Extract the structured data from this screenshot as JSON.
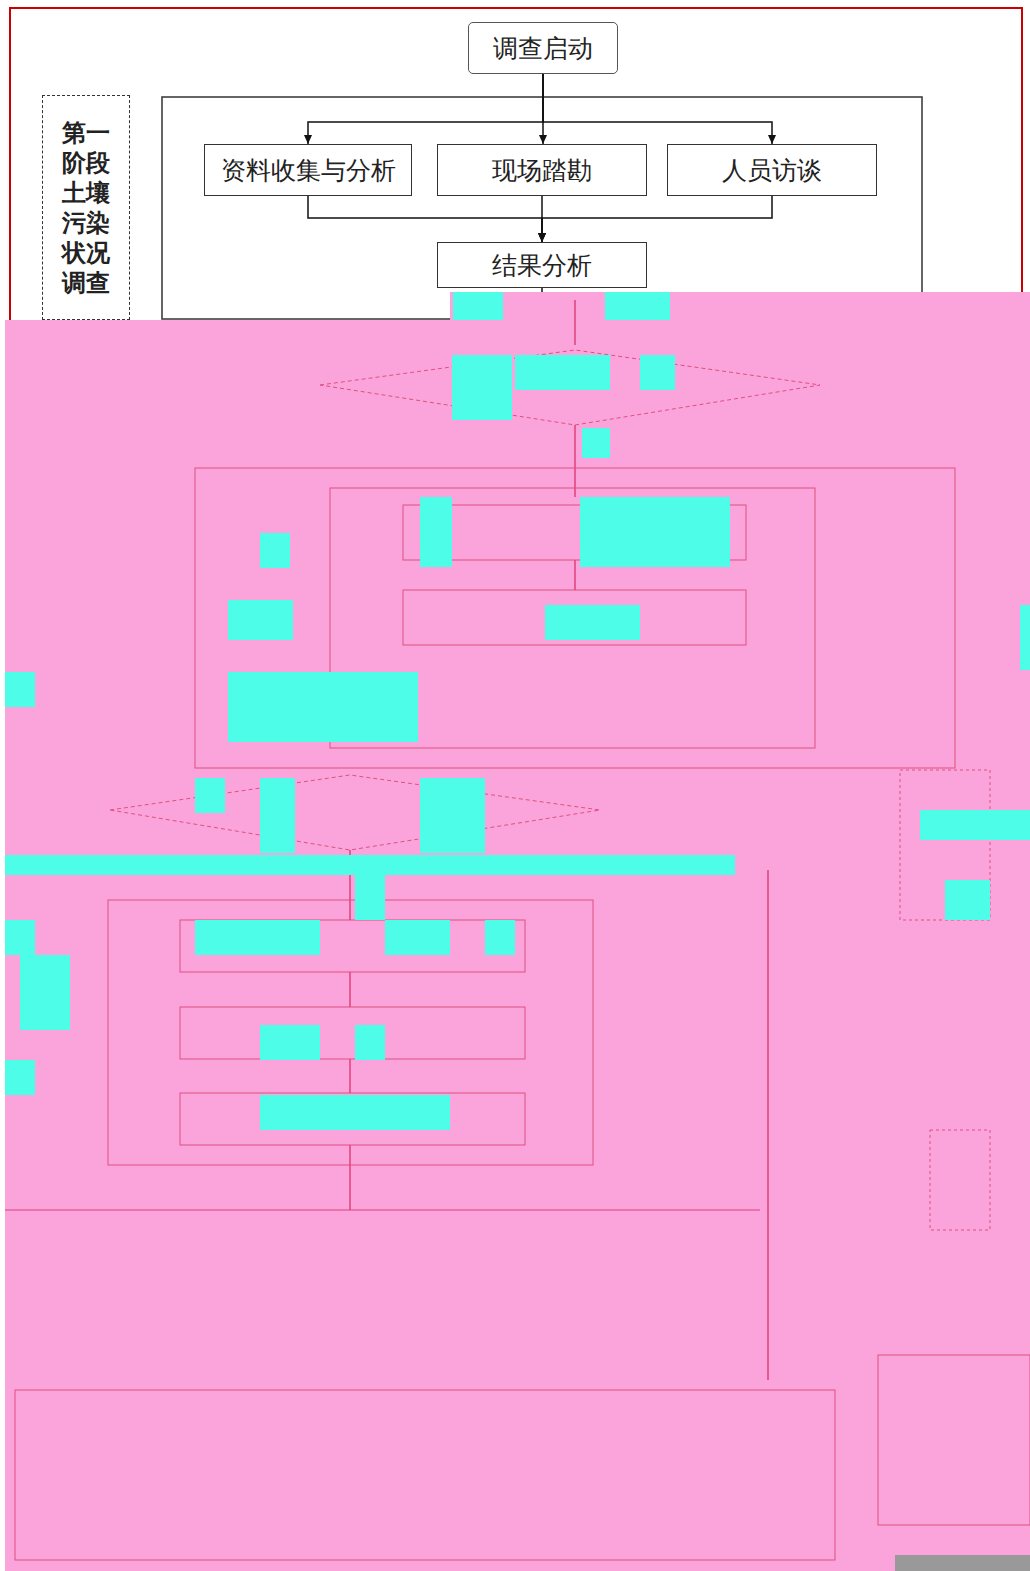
{
  "diagram": {
    "nodes": [
      {
        "text": [
          "第一阶段土壤污染状况调查"
        ]
      },
      {
        "text": [
          "调查启动"
        ]
      },
      {
        "text": [
          "资料收集与分析"
        ]
      },
      {
        "text": [
          "现场踏勘"
        ]
      },
      {
        "text": [
          "人员访谈"
        ]
      },
      {
        "text": [
          "结果分析"
        ]
      }
    ],
    "edges": [
      {
        "from": 1,
        "to": 2,
        "arrow": "to"
      },
      {
        "from": 1,
        "to": 3,
        "arrow": "to"
      },
      {
        "from": 1,
        "to": 4,
        "arrow": "to"
      },
      {
        "from": 2,
        "to": 5,
        "arrow": "to"
      },
      {
        "from": 3,
        "to": 5,
        "arrow": "to"
      },
      {
        "from": 4,
        "to": 5,
        "arrow": "to"
      }
    ]
  }
}
